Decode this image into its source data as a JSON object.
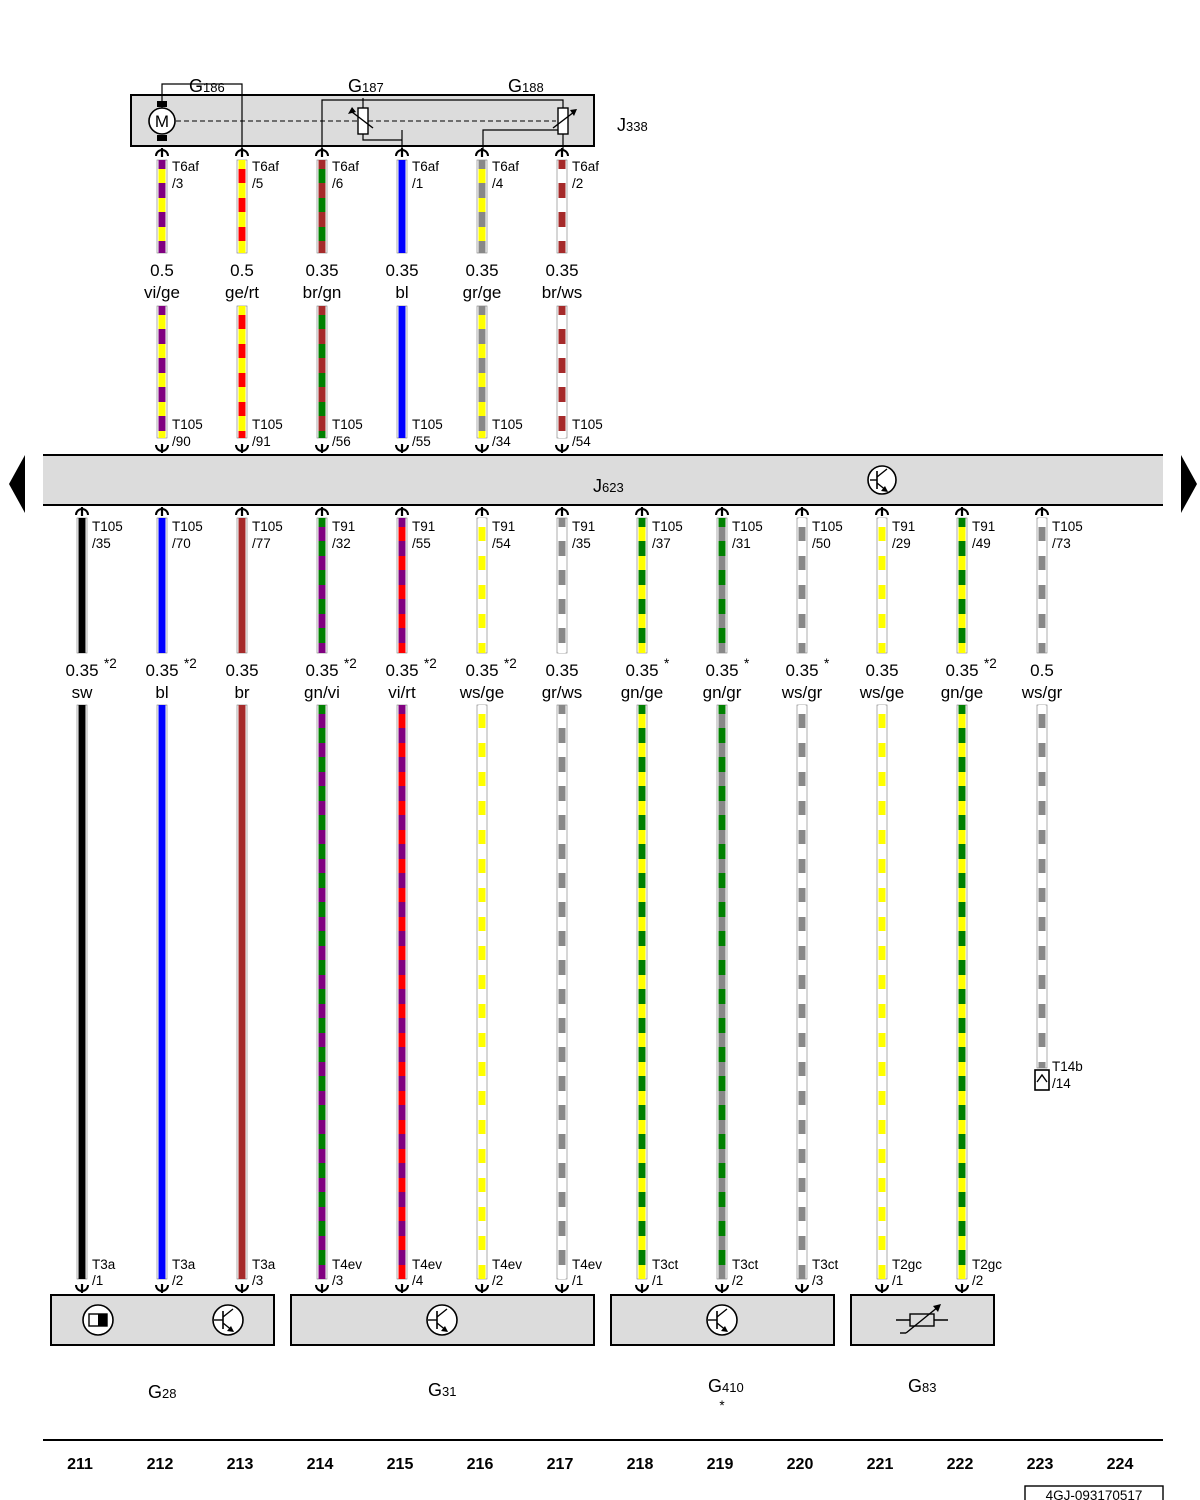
{
  "top_wires": [
    {
      "pin_top": "T6af",
      "pin_top_no": "/3",
      "pin_bot": "T105",
      "pin_bot_no": "/90",
      "size": "0.5",
      "color": "vi/ge",
      "c1": "#800080",
      "c2": "#ffff00"
    },
    {
      "pin_top": "T6af",
      "pin_top_no": "/5",
      "pin_bot": "T105",
      "pin_bot_no": "/91",
      "size": "0.5",
      "color": "ge/rt",
      "c1": "#ffff00",
      "c2": "#ff0000"
    },
    {
      "pin_top": "T6af",
      "pin_top_no": "/6",
      "pin_bot": "T105",
      "pin_bot_no": "/56",
      "size": "0.35",
      "color": "br/gn",
      "c1": "#a52a2a",
      "c2": "#008000"
    },
    {
      "pin_top": "T6af",
      "pin_top_no": "/1",
      "pin_bot": "T105",
      "pin_bot_no": "/55",
      "size": "0.35",
      "color": "bl",
      "c1": "#0000ff",
      "c2": "#0000ff"
    },
    {
      "pin_top": "T6af",
      "pin_top_no": "/4",
      "pin_bot": "T105",
      "pin_bot_no": "/34",
      "size": "0.35",
      "color": "gr/ge",
      "c1": "#888888",
      "c2": "#ffff00"
    },
    {
      "pin_top": "T6af",
      "pin_top_no": "/2",
      "pin_bot": "T105",
      "pin_bot_no": "/54",
      "size": "0.35",
      "color": "br/ws",
      "c1": "#a52a2a",
      "c2": "#ffffff"
    }
  ],
  "bottom_wires": [
    {
      "pin_top": "T105",
      "pin_top_no": "/35",
      "size": "0.35",
      "note": "*2",
      "color": "sw",
      "c1": "#000000",
      "c2": "#000000",
      "pin_bot": "T3a",
      "pin_bot_no": "/1"
    },
    {
      "pin_top": "T105",
      "pin_top_no": "/70",
      "size": "0.35",
      "note": "*2",
      "color": "bl",
      "c1": "#0000ff",
      "c2": "#0000ff",
      "pin_bot": "T3a",
      "pin_bot_no": "/2"
    },
    {
      "pin_top": "T105",
      "pin_top_no": "/77",
      "size": "0.35",
      "note": "",
      "color": "br",
      "c1": "#a52a2a",
      "c2": "#a52a2a",
      "pin_bot": "T3a",
      "pin_bot_no": "/3"
    },
    {
      "pin_top": "T91",
      "pin_top_no": "/32",
      "size": "0.35",
      "note": "*2",
      "color": "gn/vi",
      "c1": "#008000",
      "c2": "#800080",
      "pin_bot": "T4ev",
      "pin_bot_no": "/3"
    },
    {
      "pin_top": "T91",
      "pin_top_no": "/55",
      "size": "0.35",
      "note": "*2",
      "color": "vi/rt",
      "c1": "#800080",
      "c2": "#ff0000",
      "pin_bot": "T4ev",
      "pin_bot_no": "/4"
    },
    {
      "pin_top": "T91",
      "pin_top_no": "/54",
      "size": "0.35",
      "note": "*2",
      "color": "ws/ge",
      "c1": "#ffffff",
      "c2": "#ffff00",
      "pin_bot": "T4ev",
      "pin_bot_no": "/2"
    },
    {
      "pin_top": "T91",
      "pin_top_no": "/35",
      "size": "0.35",
      "note": "",
      "color": "gr/ws",
      "c1": "#888888",
      "c2": "#ffffff",
      "pin_bot": "T4ev",
      "pin_bot_no": "/1"
    },
    {
      "pin_top": "T105",
      "pin_top_no": "/37",
      "size": "0.35",
      "note": "*",
      "color": "gn/ge",
      "c1": "#008000",
      "c2": "#ffff00",
      "pin_bot": "T3ct",
      "pin_bot_no": "/1"
    },
    {
      "pin_top": "T105",
      "pin_top_no": "/31",
      "size": "0.35",
      "note": "*",
      "color": "gn/gr",
      "c1": "#008000",
      "c2": "#888888",
      "pin_bot": "T3ct",
      "pin_bot_no": "/2"
    },
    {
      "pin_top": "T105",
      "pin_top_no": "/50",
      "size": "0.35",
      "note": "*",
      "color": "ws/gr",
      "c1": "#ffffff",
      "c2": "#888888",
      "pin_bot": "T3ct",
      "pin_bot_no": "/3"
    },
    {
      "pin_top": "T91",
      "pin_top_no": "/29",
      "size": "0.35",
      "note": "",
      "color": "ws/ge",
      "c1": "#ffffff",
      "c2": "#ffff00",
      "pin_bot": "T2gc",
      "pin_bot_no": "/1"
    },
    {
      "pin_top": "T91",
      "pin_top_no": "/49",
      "size": "0.35",
      "note": "*2",
      "color": "gn/ge",
      "c1": "#008000",
      "c2": "#ffff00",
      "pin_bot": "T2gc",
      "pin_bot_no": "/2"
    },
    {
      "pin_top": "T105",
      "pin_top_no": "/73",
      "size": "0.5",
      "note": "",
      "color": "ws/gr",
      "c1": "#ffffff",
      "c2": "#888888",
      "pin_bot": "T14b",
      "pin_bot_no": "/14"
    }
  ],
  "labels": {
    "g186_main": "G",
    "g186_sub": "186",
    "g187_main": "G",
    "g187_sub": "187",
    "g188_main": "G",
    "g188_sub": "188",
    "j338_main": "J",
    "j338_sub": "338",
    "j623_main": "J",
    "j623_sub": "623",
    "g28_main": "G",
    "g28_sub": "28",
    "g31_main": "G",
    "g31_sub": "31",
    "g410_main": "G",
    "g410_sub": "410",
    "g410_note": "*",
    "g83_main": "G",
    "g83_sub": "83",
    "motor": "M",
    "ref_code": "4GJ-093170517"
  },
  "columns": [
    "211",
    "212",
    "213",
    "214",
    "215",
    "216",
    "217",
    "218",
    "219",
    "220",
    "221",
    "222",
    "223",
    "224"
  ]
}
